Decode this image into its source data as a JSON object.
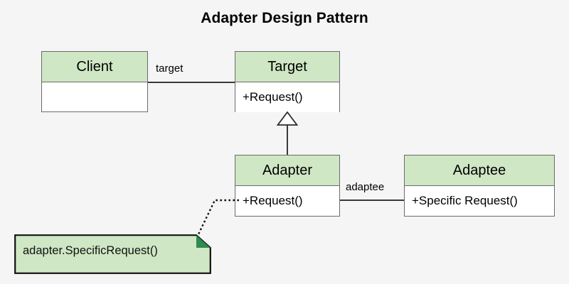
{
  "diagram": {
    "title": "Adapter Design Pattern",
    "type": "uml-class-diagram",
    "background_color": "#f5f5f5",
    "header_fill": "#cfe7c4",
    "body_fill": "#ffffff",
    "border_color": "#6b6b6b",
    "line_color": "#3a3a3a",
    "note_fill": "#cfe7c4",
    "note_fold_color": "#2d8a52"
  },
  "classes": [
    {
      "id": "client",
      "name": "Client",
      "members": [],
      "empty_compartment": true
    },
    {
      "id": "target",
      "name": "Target",
      "members": [
        "+Request()"
      ],
      "empty_compartment": false
    },
    {
      "id": "adapter",
      "name": "Adapter",
      "members": [
        "+Request()"
      ],
      "empty_compartment": false
    },
    {
      "id": "adaptee",
      "name": "Adaptee",
      "members": [
        "+Specific Request()"
      ],
      "empty_compartment": false
    }
  ],
  "relationships": [
    {
      "id": "client-target",
      "from": "Client",
      "to": "Target",
      "kind": "association",
      "label": "target"
    },
    {
      "id": "adapter-target",
      "from": "Adapter",
      "to": "Target",
      "kind": "generalization",
      "label": ""
    },
    {
      "id": "adapter-adaptee",
      "from": "Adapter",
      "to": "Adaptee",
      "kind": "association",
      "label": "adaptee"
    }
  ],
  "notes": [
    {
      "id": "adapter-note",
      "text": "adapter.SpecificRequest()",
      "attached_to": "Adapter",
      "link_style": "dotted"
    }
  ]
}
